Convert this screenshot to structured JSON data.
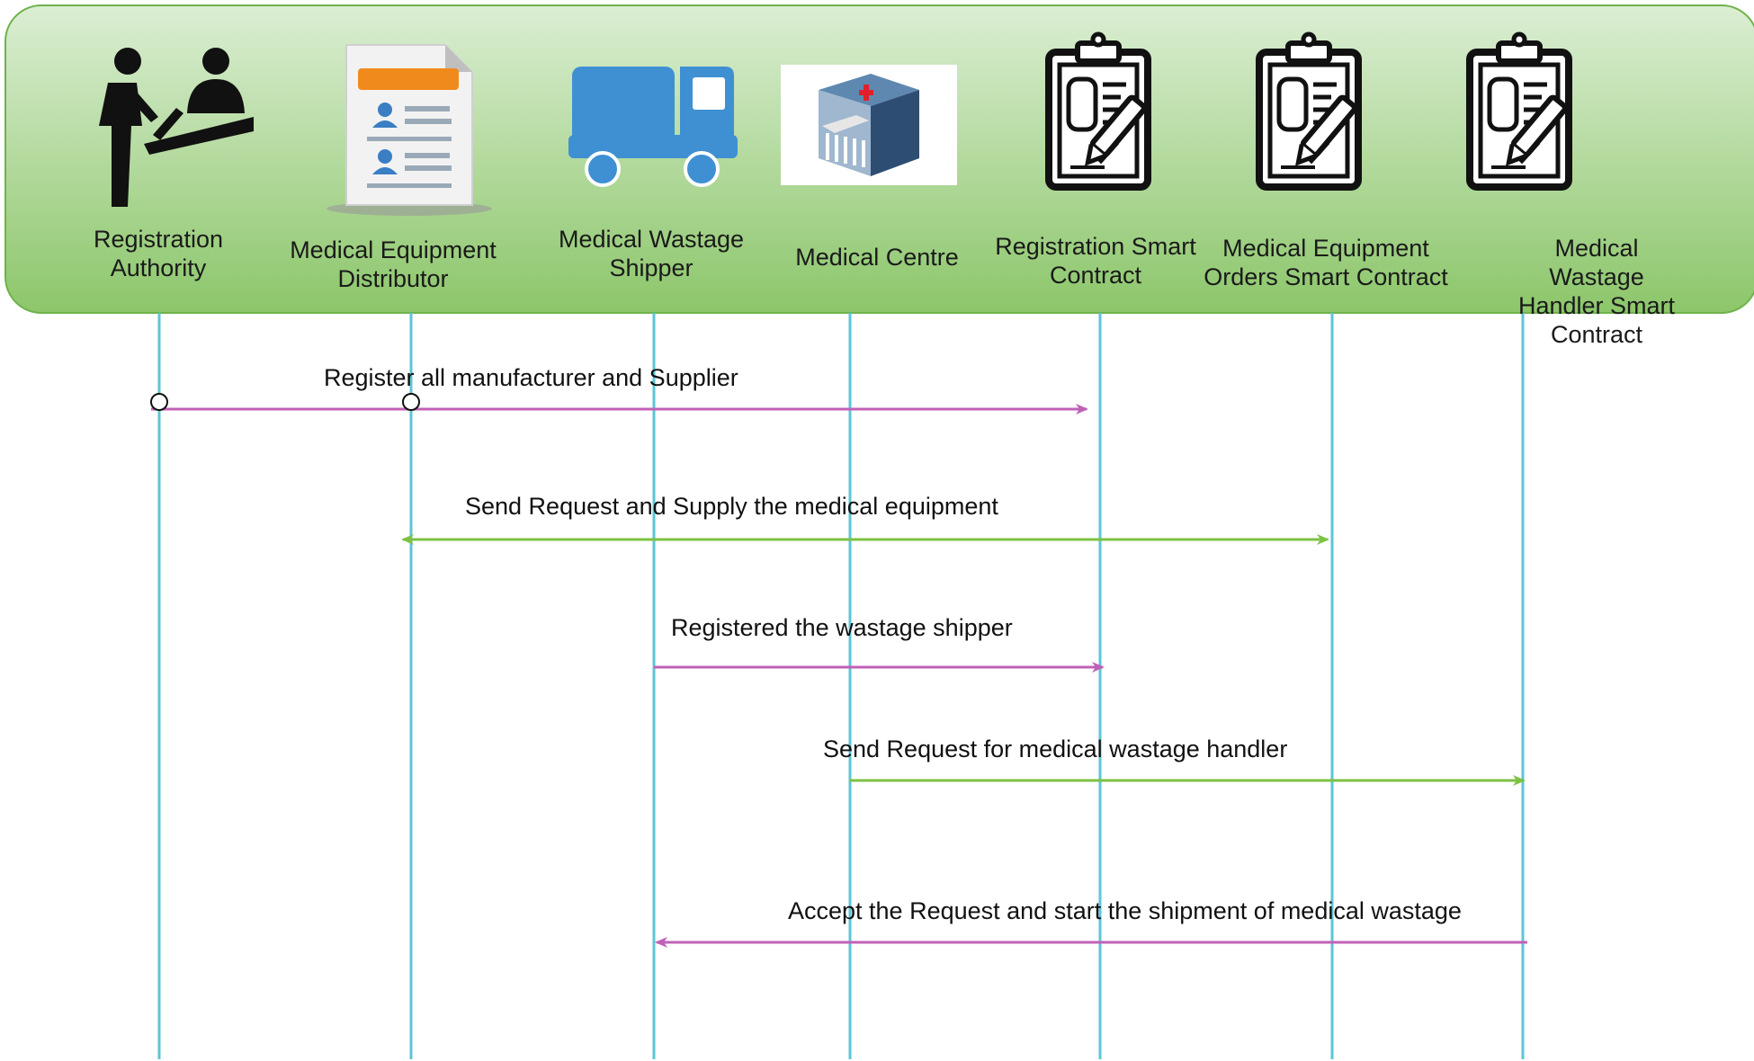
{
  "actors": [
    {
      "name": "Registration\nAuthority",
      "icon": "registration-authority-icon"
    },
    {
      "name": "Medical Equipment\nDistributor",
      "icon": "distributor-document-icon"
    },
    {
      "name": "Medical Wastage\nShipper",
      "icon": "truck-icon"
    },
    {
      "name": "Medical Centre",
      "icon": "hospital-building-icon"
    },
    {
      "name": "Registration Smart\nContract",
      "icon": "clipboard-contract-icon"
    },
    {
      "name": "Medical Equipment\nOrders Smart Contract",
      "icon": "clipboard-contract-icon"
    },
    {
      "name": "Medical Wastage\nHandler Smart Contract",
      "icon": "clipboard-contract-icon"
    }
  ],
  "messages": [
    {
      "text": "Register all  manufacturer and Supplier",
      "color": "#c061b7"
    },
    {
      "text": "Send Request and Supply the medical equipment",
      "color": "#7cc242"
    },
    {
      "text": "Registered the wastage shipper",
      "color": "#c061b7"
    },
    {
      "text": "Send Request for medical wastage handler",
      "color": "#7cc242"
    },
    {
      "text": "Accept the  Request and start the shipment of medical wastage",
      "color": "#c061b7"
    }
  ],
  "colors": {
    "header_top": "#d8ecd0",
    "header_bottom": "#8cc66a",
    "lifeline": "#5bc6d6",
    "magenta": "#c061b7",
    "green": "#7cc242"
  }
}
